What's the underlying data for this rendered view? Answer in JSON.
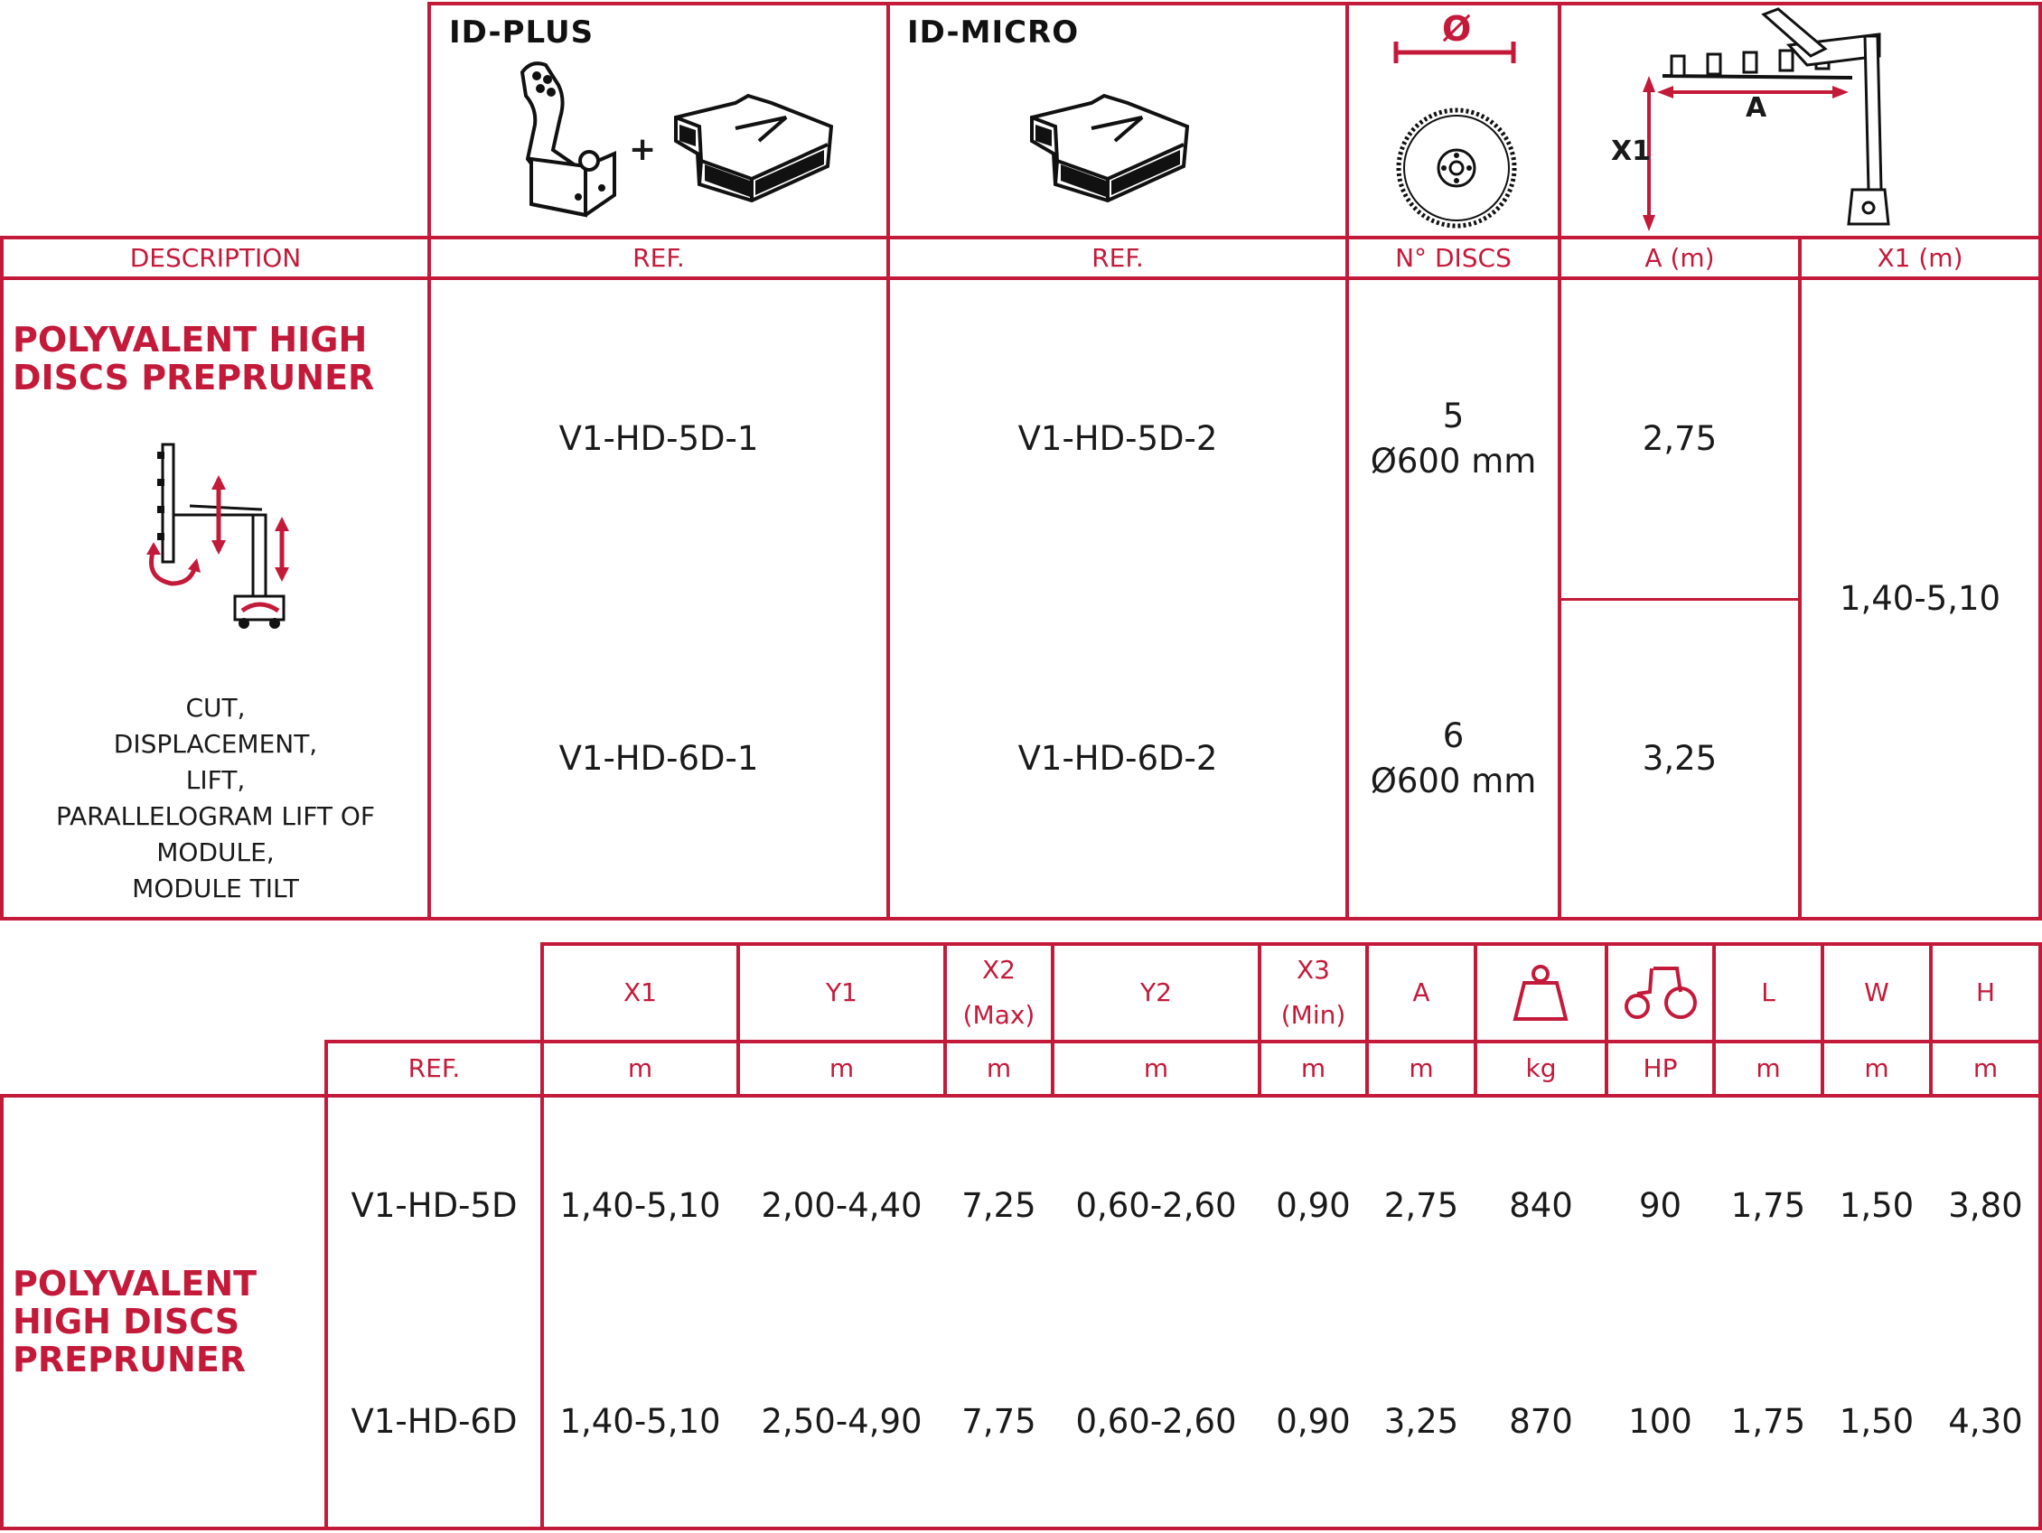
{
  "top_header": {
    "id_plus": "ID-PLUS",
    "id_micro": "ID-MICRO",
    "plus_sign": "+",
    "diameter_symbol": "Ø",
    "dim_a": "A",
    "dim_x1": "X1"
  },
  "top_columns": {
    "description": "DESCRIPTION",
    "ref1": "REF.",
    "ref2": "REF.",
    "discs": "N° DISCS",
    "a": "A (m)",
    "x1": "X1 (m)"
  },
  "product": {
    "title_line1": "POLYVALENT HIGH",
    "title_line2": "DISCS PREPRUNER",
    "features": [
      "CUT,",
      "DISPLACEMENT,",
      "LIFT,",
      "PARALLELOGRAM LIFT OF",
      "MODULE,",
      "MODULE TILT"
    ]
  },
  "top_rows": [
    {
      "ref_plus": "V1-HD-5D-1",
      "ref_micro": "V1-HD-5D-2",
      "discs": "5",
      "disc_size": "Ø600 mm",
      "a": "2,75"
    },
    {
      "ref_plus": "V1-HD-6D-1",
      "ref_micro": "V1-HD-6D-2",
      "discs": "6",
      "disc_size": "Ø600 mm",
      "a": "3,25"
    }
  ],
  "x1_range": "1,40-5,10",
  "bottom_header": {
    "x1": "X1",
    "y1": "Y1",
    "x2": "X2",
    "x2_sub": "(Max)",
    "y2": "Y2",
    "x3": "X3",
    "x3_sub": "(Min)",
    "a": "A",
    "l": "L",
    "w": "W",
    "h": "H"
  },
  "bottom_units": {
    "ref": "REF.",
    "x1": "m",
    "y1": "m",
    "x2": "m",
    "y2": "m",
    "x3": "m",
    "a": "m",
    "weight": "kg",
    "power": "HP",
    "l": "m",
    "w": "m",
    "h": "m"
  },
  "bottom_title": {
    "line1": "POLYVALENT",
    "line2": "HIGH DISCS",
    "line3": "PREPRUNER"
  },
  "bottom_rows": [
    {
      "ref": "V1-HD-5D",
      "x1": "1,40-5,10",
      "y1": "2,00-4,40",
      "x2": "7,25",
      "y2": "0,60-2,60",
      "x3": "0,90",
      "a": "2,75",
      "kg": "840",
      "hp": "90",
      "l": "1,75",
      "w": "1,50",
      "h": "3,80"
    },
    {
      "ref": "V1-HD-6D",
      "x1": "1,40-5,10",
      "y1": "2,50-4,90",
      "x2": "7,75",
      "y2": "0,60-2,60",
      "x3": "0,90",
      "a": "3,25",
      "kg": "870",
      "hp": "100",
      "l": "1,75",
      "w": "1,50",
      "h": "4,30"
    }
  ],
  "colors": {
    "accent": "#c41a3a",
    "text": "#1a1a1a"
  },
  "icons": [
    "joystick-icon",
    "control-box-icon",
    "disc-blade-icon",
    "machine-arm-icon",
    "machine-motion-icon",
    "weight-icon",
    "tractor-icon"
  ]
}
